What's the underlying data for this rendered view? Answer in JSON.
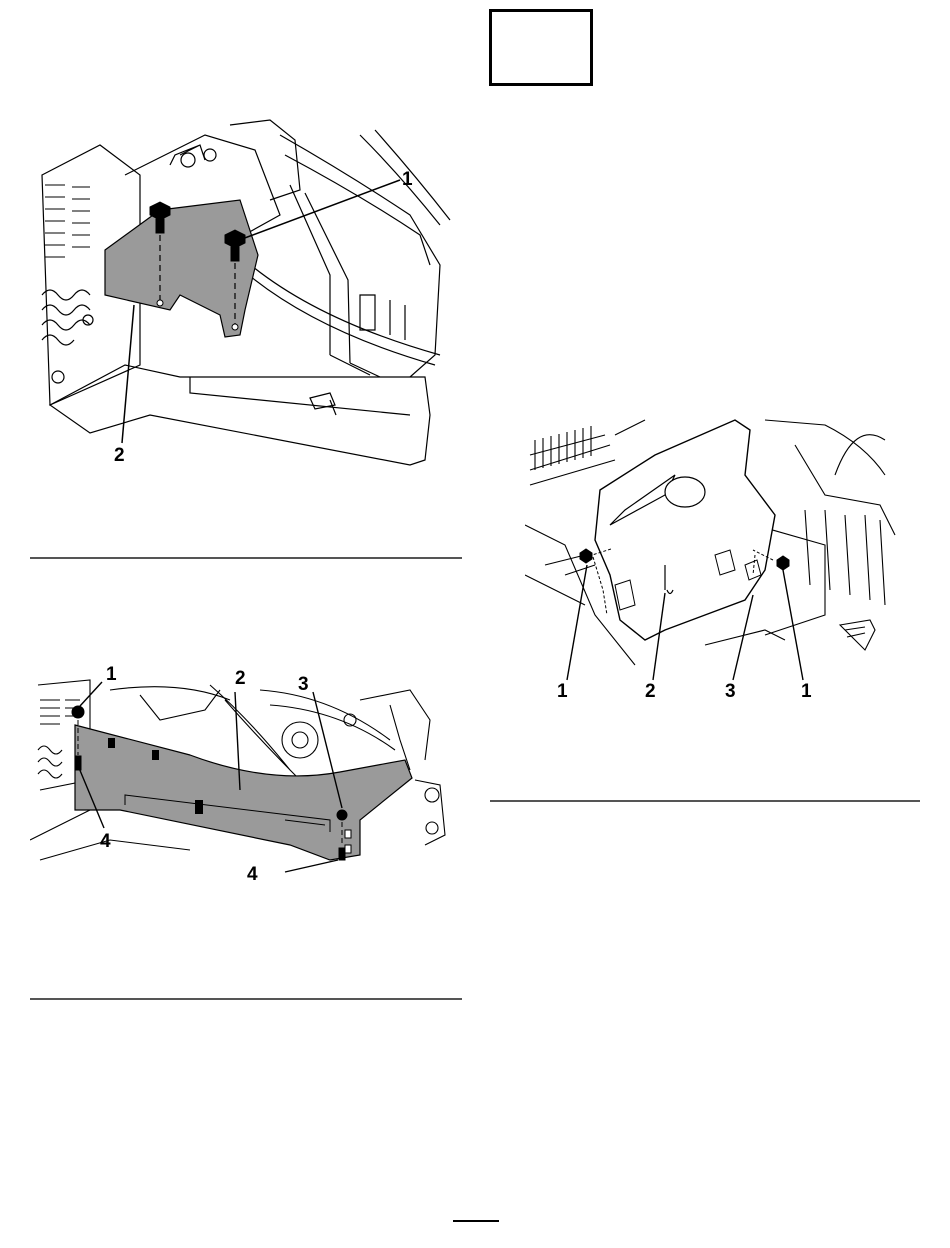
{
  "figures": {
    "fig1": {
      "callouts": [
        "1",
        "2"
      ]
    },
    "fig2": {
      "callouts": [
        "1",
        "2",
        "3",
        "4",
        "4"
      ]
    },
    "fig3": {
      "callouts": [
        "1",
        "2",
        "3",
        "1"
      ]
    }
  },
  "step_box": {
    "text": ""
  },
  "colors": {
    "ink": "#000000",
    "part_fill": "#9a9a9a",
    "rule": "#555555"
  }
}
